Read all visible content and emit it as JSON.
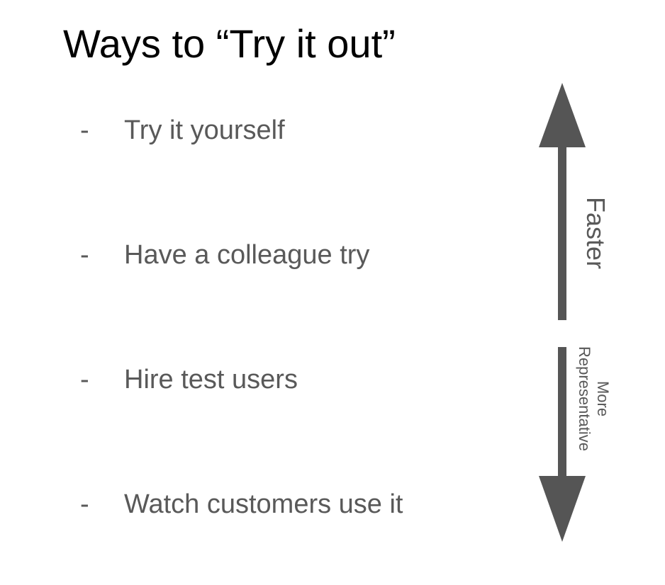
{
  "slide": {
    "title": "Ways to “Try it out”",
    "items": [
      {
        "marker": "-",
        "text": "Try it yourself"
      },
      {
        "marker": "-",
        "text": "Have a colleague try"
      },
      {
        "marker": "-",
        "text": "Hire test users"
      },
      {
        "marker": "-",
        "text": "Watch customers use it"
      }
    ],
    "arrow_up_label": "Faster",
    "arrow_down_label_line1": "More",
    "arrow_down_label_line2": "Representative",
    "colors": {
      "title": "#000000",
      "body_text": "#595959",
      "arrow": "#555555"
    }
  }
}
